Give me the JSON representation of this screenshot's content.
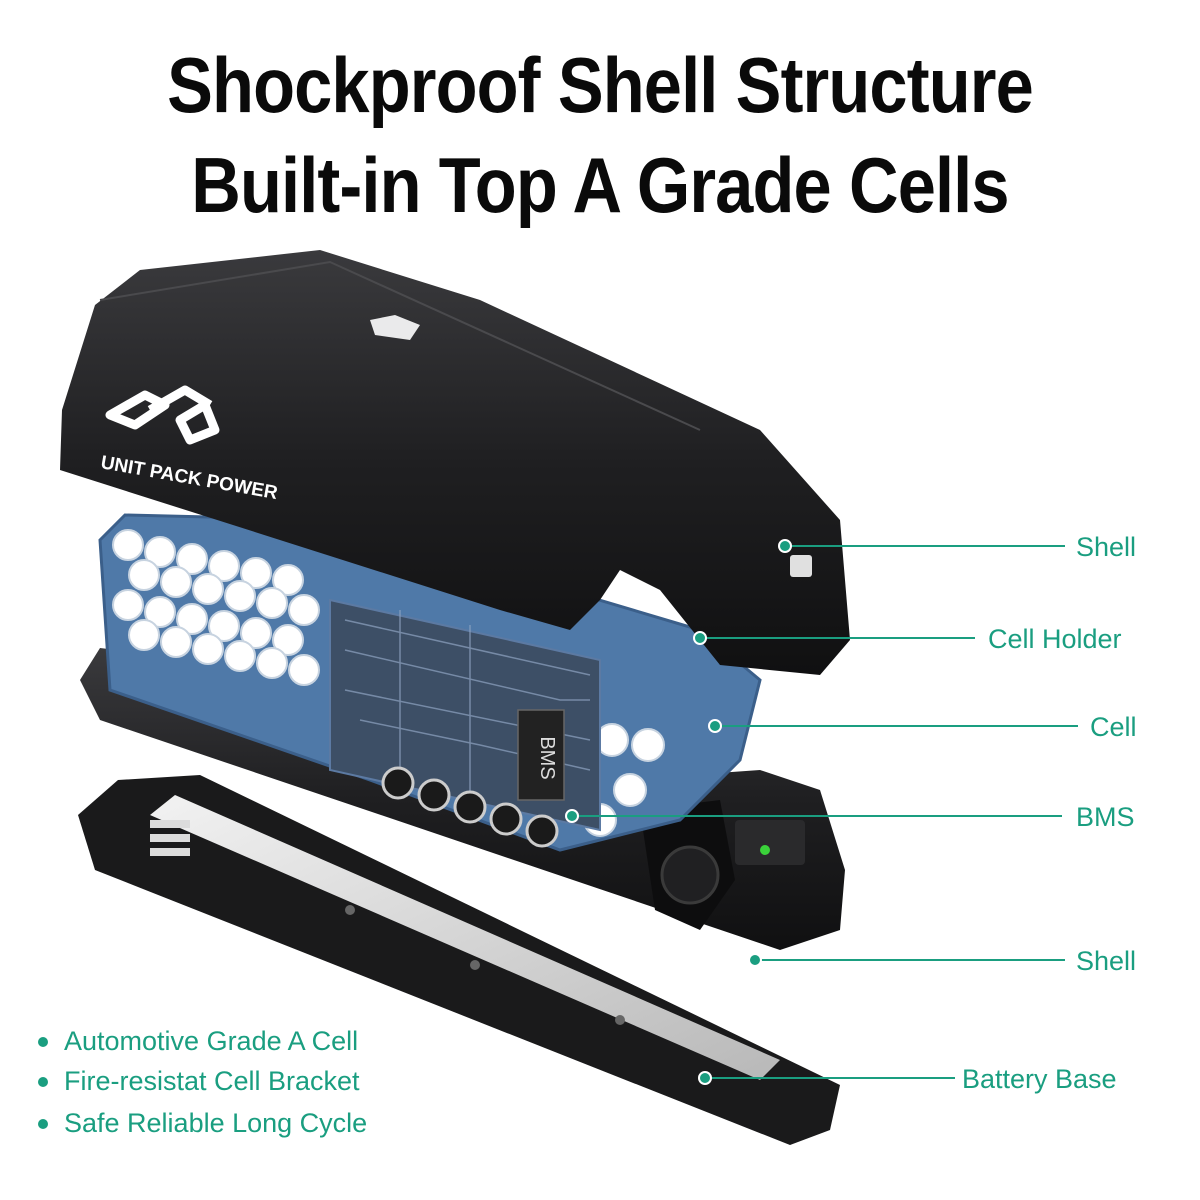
{
  "title": {
    "line1": "Shockproof Shell Structure",
    "line2": "Built-in Top A Grade Cells"
  },
  "brand": "UNIT PACK POWER",
  "bms_chip": "BMS",
  "callouts": [
    {
      "id": "shell-top",
      "label": "Shell"
    },
    {
      "id": "cell-holder",
      "label": "Cell Holder"
    },
    {
      "id": "cell",
      "label": "Cell"
    },
    {
      "id": "bms",
      "label": "BMS"
    },
    {
      "id": "shell-bottom",
      "label": "Shell"
    },
    {
      "id": "battery-base",
      "label": "Battery Base"
    }
  ],
  "features": [
    "Automotive Grade A Cell",
    "Fire-resistat Cell Bracket",
    "Safe Reliable Long Cycle"
  ],
  "colors": {
    "accent": "#1a9e80",
    "holder": "#4f79a8",
    "shell": "#1c1c1e",
    "pcb": "#3d4f66"
  }
}
